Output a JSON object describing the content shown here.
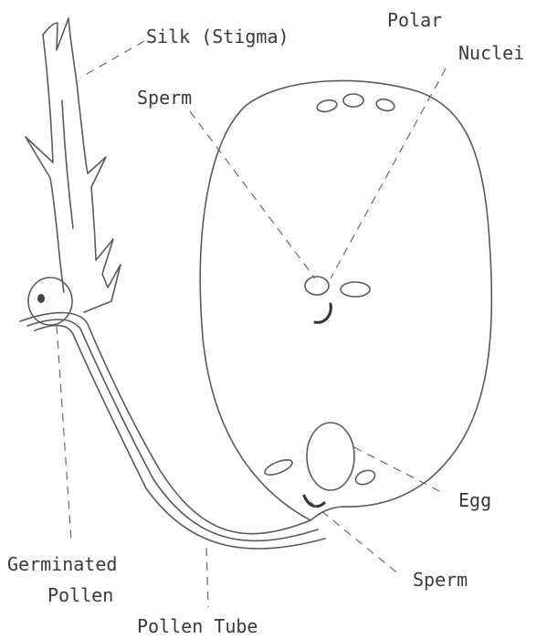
{
  "labels": {
    "silk": "Silk (Stigma)",
    "polar": "Polar",
    "nuclei": "Nuclei",
    "sperm_top": "Sperm",
    "egg": "Egg",
    "sperm_bottom": "Sperm",
    "germinated": "Germinated",
    "pollen": "Pollen",
    "pollen_tube": "Pollen Tube"
  },
  "colors": {
    "line": "#5a5a5a",
    "text": "#3a3a3a",
    "background": "#ffffff"
  }
}
